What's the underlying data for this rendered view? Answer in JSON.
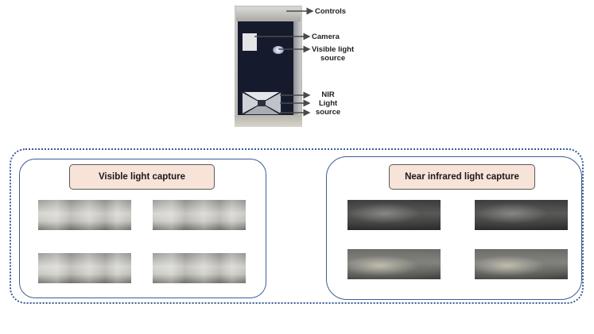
{
  "device_labels": {
    "controls": "Controls",
    "camera": "Camera",
    "visible_light_source": "Visible light\nsource",
    "nir_light_source": "NIR\nLight\nsource"
  },
  "panels": {
    "visible": {
      "title": "Visible light capture",
      "captures": [
        "visible-capture-1",
        "visible-capture-2",
        "visible-capture-3",
        "visible-capture-4"
      ]
    },
    "nir": {
      "title": "Near infrared light capture",
      "captures": [
        "nir-capture-1",
        "nir-capture-2",
        "nir-capture-3",
        "nir-capture-4"
      ]
    }
  },
  "colors": {
    "panel_border": "#3e5c94",
    "dotted_border": "#3a5a9a",
    "title_fill": "#f7e3d7",
    "device_body": "#151a2c"
  }
}
